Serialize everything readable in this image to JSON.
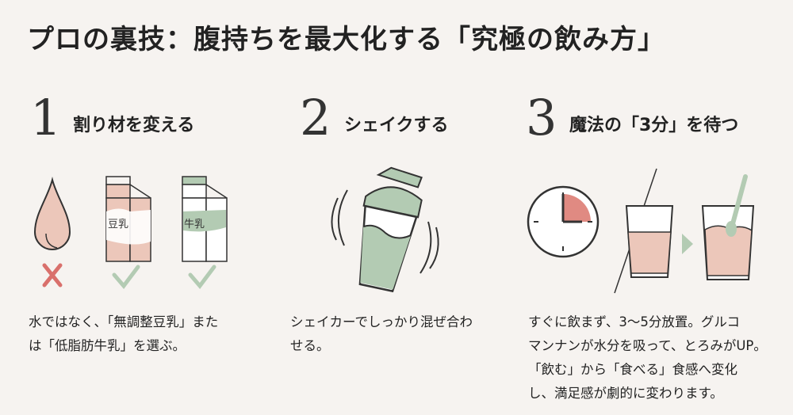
{
  "title": "プロの裏技：腹持ちを最大化する「究極の飲み方」",
  "steps": [
    {
      "number": "1",
      "label": "割り材を変える",
      "lines": [
        "水ではなく、「無調整豆乳」また",
        "は「低脂肪牛乳」を選ぶ。"
      ],
      "cartons": [
        "豆乳",
        "牛乳"
      ]
    },
    {
      "number": "2",
      "label": "シェイクする",
      "lines": [
        "シェイカーでしっかり混ぜ合わ",
        "せる。"
      ]
    },
    {
      "number": "3",
      "label": "魔法の「3分」を待つ",
      "lines": [
        "すぐに飲まず、3〜5分放置。グルコ",
        "マンナンが水分を吸って、とろみがUP。",
        "「飲む」から「食べる」食感へ変化",
        "し、満足感が劇的に変わります。"
      ]
    }
  ],
  "colors": {
    "pink": "#ecc7ba",
    "green": "#b3cbb3",
    "red": "#d9706c",
    "background": "#f6f3f0"
  }
}
